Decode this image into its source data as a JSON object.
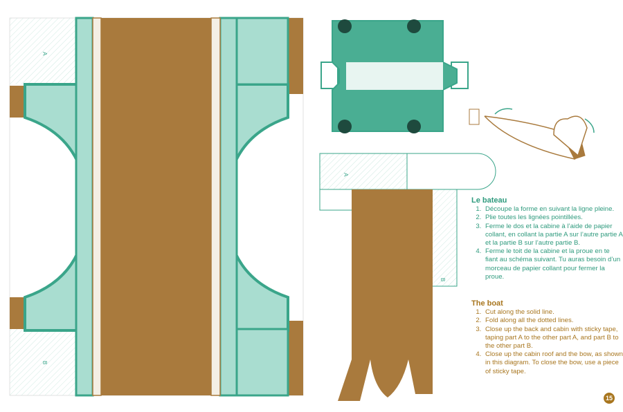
{
  "labels": {
    "a": "A",
    "b": "B"
  },
  "french": {
    "title": "Le bateau",
    "steps": [
      "Découpe la forme en suivant la ligne pleine.",
      "Plie toutes les lignées pointillées.",
      "Ferme le dos et la cabine à l’aide de papier collant, en collant la partie A sur l’autre partie A et la partie B sur l’autre partie B.",
      "Ferme le toit de la cabine et la proue en te fiant au schéma suivant. Tu auras besoin d’un morceau de papier collant pour fermer la proue."
    ]
  },
  "english": {
    "title": "The boat",
    "steps": [
      "Cut along the solid line.",
      "Fold along all the dotted lines.",
      "Close up the back and cabin with sticky tape, taping part A to the other part A, and part B to the other part B.",
      "Close up the cabin roof and the bow, as shown in this diagram. To close the bow, use a piece of sticky tape."
    ]
  },
  "page_number": "15",
  "colors": {
    "teal": "#3aa58a",
    "light_teal": "#a9ddd0",
    "brown": "#a97a3d",
    "text_teal": "#2e9a7d",
    "text_brown": "#a8761f"
  }
}
